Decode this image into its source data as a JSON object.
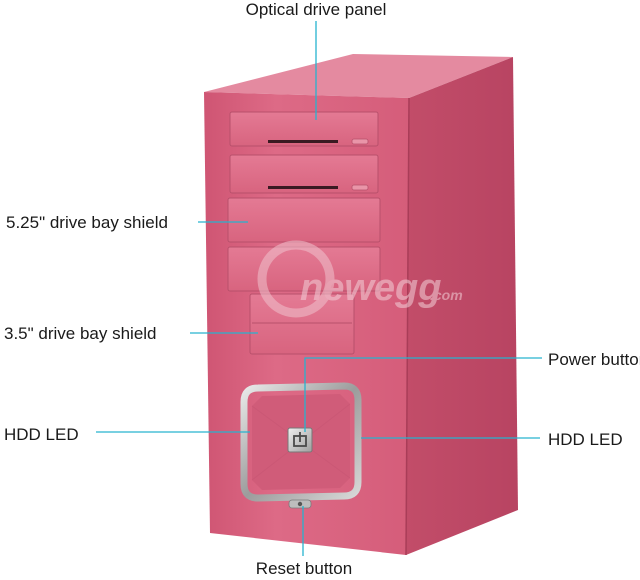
{
  "callouts": {
    "optical_drive_panel": "Optical drive panel",
    "drive_bay_525": "5.25\" drive bay shield",
    "drive_bay_35": "3.5\" drive bay shield",
    "power_button": "Power button",
    "hdd_led_left": "HDD LED",
    "hdd_led_right": "HDD LED",
    "reset_button": "Reset button"
  },
  "watermark": {
    "brand": "newegg",
    "suffix": ".com"
  },
  "colors": {
    "case_front": "#d9627e",
    "case_side": "#c34f6b",
    "case_top": "#e07f97",
    "leader_line": "#27b3cf",
    "bezel_silver": "#b9b9b9"
  }
}
